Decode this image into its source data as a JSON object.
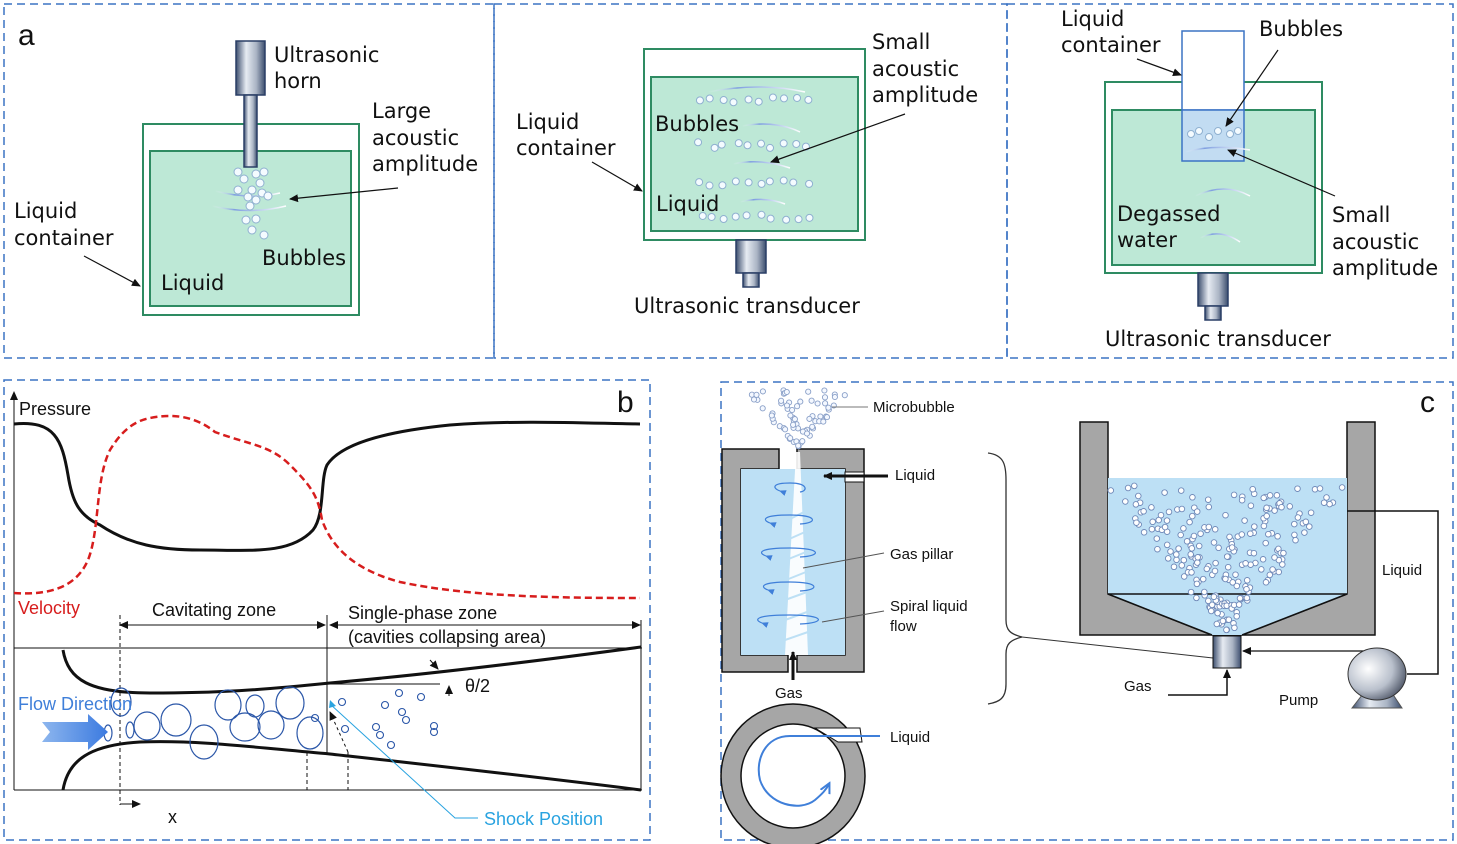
{
  "colors": {
    "panel_border": "#3b73c4",
    "container_stroke": "#2e8b62",
    "liquid_green": "#bde8d6",
    "liquid_blue": "#bde0f5",
    "wall_gray": "#a6a6a6",
    "velocity_red": "#d71d1d",
    "flow_blue": "#3f7fd9",
    "shock_blue": "#29a3e0",
    "bubble_blue": "#2a56a8"
  },
  "panel_a": {
    "letter": "a",
    "sub1": {
      "horn_label_1": "Ultrasonic",
      "horn_label_2": "horn",
      "amp_label_1": "Large",
      "amp_label_2": "acoustic",
      "amp_label_3": "amplitude",
      "container_label_1": "Liquid",
      "container_label_2": "container",
      "bubbles_label": "Bubbles",
      "liquid_label": "Liquid"
    },
    "sub2": {
      "amp_label_1": "Small",
      "amp_label_2": "acoustic",
      "amp_label_3": "amplitude",
      "container_label_1": "Liquid",
      "container_label_2": "container",
      "bubbles_label": "Bubbles",
      "liquid_label": "Liquid",
      "transducer_label": "Ultrasonic transducer"
    },
    "sub3": {
      "container_label_1": "Liquid",
      "container_label_2": "container",
      "bubbles_label": "Bubbles",
      "water_label_1": "Degassed",
      "water_label_2": "water",
      "amp_label_1": "Small",
      "amp_label_2": "acoustic",
      "amp_label_3": "amplitude",
      "transducer_label": "Ultrasonic transducer"
    }
  },
  "panel_b": {
    "letter": "b",
    "pressure_label": "Pressure",
    "velocity_label": "Velocity",
    "cavitating_label": "Cavitating zone",
    "single_phase_label_1": "Single-phase zone",
    "single_phase_label_2": "(cavities collapsing area)",
    "angle_label": "θ/2",
    "flow_label": "Flow Direction",
    "shock_label": "Shock Position",
    "x_label": "x"
  },
  "panel_c": {
    "letter": "c",
    "microbubble_label": "Microbubble",
    "liquid_in_label": "Liquid",
    "gas_pillar_label": "Gas pillar",
    "spiral_label_1": "Spiral liquid",
    "spiral_label_2": "flow",
    "gas_label": "Gas",
    "ring_liquid_label": "Liquid",
    "tank_liquid_label": "Liquid",
    "tank_gas_label": "Gas",
    "pump_label": "Pump"
  }
}
